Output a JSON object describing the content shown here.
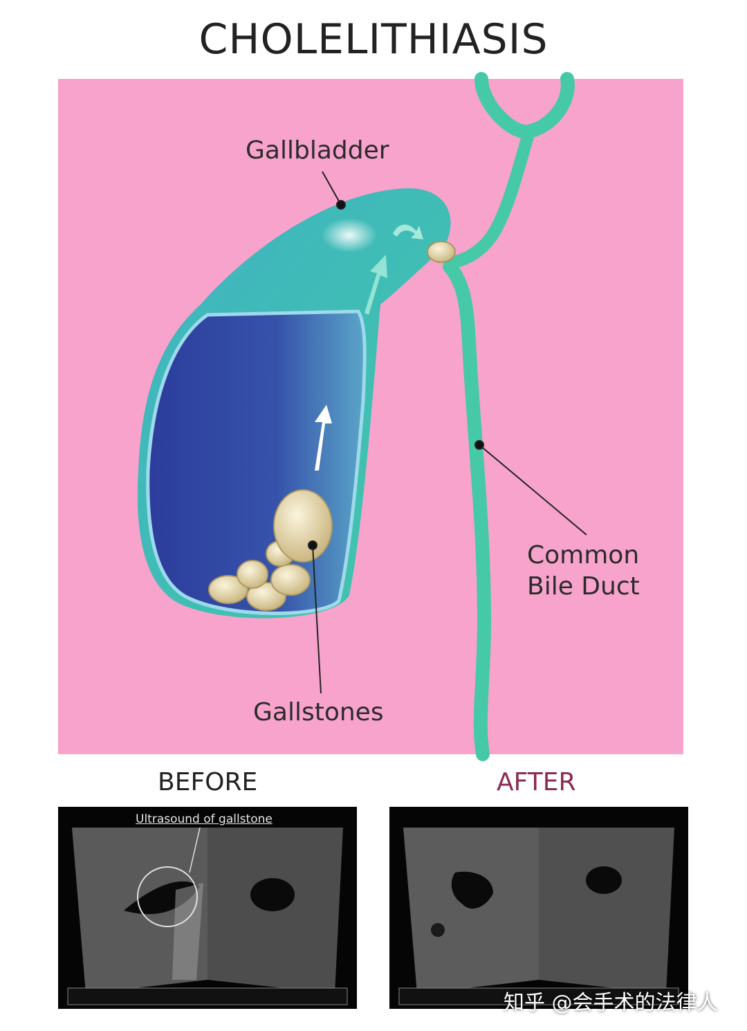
{
  "title": "CHOLELITHIASIS",
  "labels": {
    "gallbladder": "Gallbladder",
    "common_bile_duct": "Common\nBile Duct",
    "gallstones": "Gallstones"
  },
  "panels": {
    "before_label": "BEFORE",
    "after_label": "AFTER",
    "before_caption": "Ultrasound of gallstone"
  },
  "watermark": "知乎 @会手术的法律人",
  "colors": {
    "background_pink": "#f7a3cc",
    "duct_teal": "#45c9a6",
    "bladder_blue": "#3a52a8",
    "stone_beige": "#e9dcb0",
    "after_label": "#8c2a52"
  }
}
